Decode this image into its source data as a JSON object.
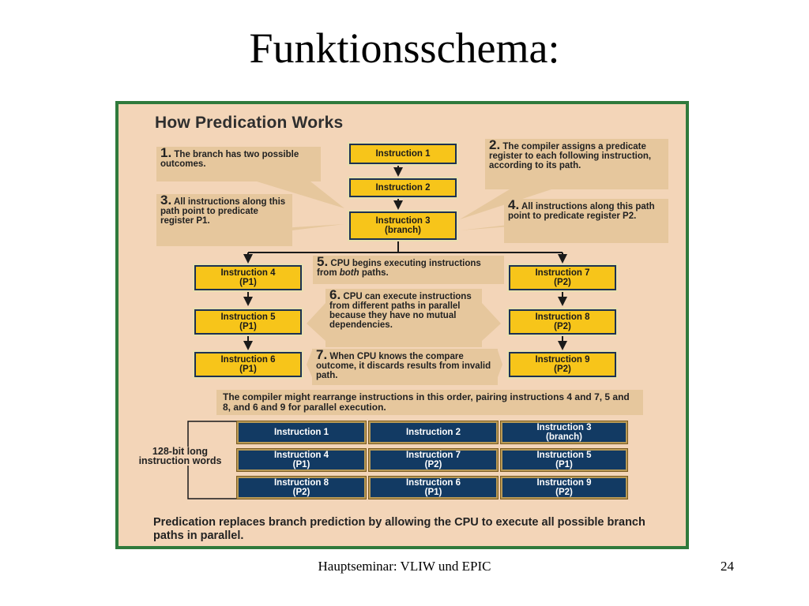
{
  "slide": {
    "title": "Funktionsschema:",
    "footer": "Hauptseminar: VLIW und EPIC",
    "page_number": "24"
  },
  "figure": {
    "heading": "How Predication Works",
    "notes": [
      {
        "num": "1.",
        "text": "The branch has two possible outcomes."
      },
      {
        "num": "2.",
        "text": "The compiler assigns a predicate register to each following instruction, according to its path."
      },
      {
        "num": "3.",
        "text": "All instructions along this path point to predicate register P1."
      },
      {
        "num": "4.",
        "text": "All instructions along this path point to predicate register P2."
      },
      {
        "num": "5.",
        "text_before": "CPU begins executing instructions from ",
        "text_em": "both",
        "text_after": " paths."
      },
      {
        "num": "6.",
        "text": "CPU can execute instructions from different paths in parallel because they have no mutual dependencies."
      },
      {
        "num": "7.",
        "text": "When CPU knows the compare outcome, it discards results from invalid path."
      }
    ],
    "flow": {
      "i1": {
        "line1": "Instruction 1"
      },
      "i2": {
        "line1": "Instruction 2"
      },
      "i3": {
        "line1": "Instruction 3",
        "line2": "(branch)"
      },
      "i4": {
        "line1": "Instruction 4",
        "line2": "(P1)"
      },
      "i5": {
        "line1": "Instruction 5",
        "line2": "(P1)"
      },
      "i6": {
        "line1": "Instruction 6",
        "line2": "(P1)"
      },
      "i7": {
        "line1": "Instruction 7",
        "line2": "(P2)"
      },
      "i8": {
        "line1": "Instruction 8",
        "line2": "(P2)"
      },
      "i9": {
        "line1": "Instruction 9",
        "line2": "(P2)"
      }
    },
    "rearrange_note": "The compiler might  rearrange instructions in this order, pairing instructions 4 and 7, 5 and 8, and 6 and 9 for parallel execution.",
    "words_label": "128-bit long instruction words",
    "vliw_rows": [
      [
        {
          "line1": "Instruction 1",
          "line2": ""
        },
        {
          "line1": "Instruction 2",
          "line2": ""
        },
        {
          "line1": "Instruction 3",
          "line2": "(branch)"
        }
      ],
      [
        {
          "line1": "Instruction 4",
          "line2": "(P1)"
        },
        {
          "line1": "Instruction 7",
          "line2": "(P2)"
        },
        {
          "line1": "Instruction 5",
          "line2": "(P1)"
        }
      ],
      [
        {
          "line1": "Instruction 8",
          "line2": "(P2)"
        },
        {
          "line1": "Instruction 6",
          "line2": "(P1)"
        },
        {
          "line1": "Instruction 9",
          "line2": "(P2)"
        }
      ]
    ],
    "footer_text": "Predication replaces branch prediction by allowing the CPU to execute all possible branch paths in parallel.",
    "colors": {
      "background": "#f3d5b8",
      "note_fill": "#e6c79d",
      "instruction_fill": "#f7c51a",
      "vliw_fill": "#123a63",
      "frame": "#2f7a3c"
    }
  }
}
